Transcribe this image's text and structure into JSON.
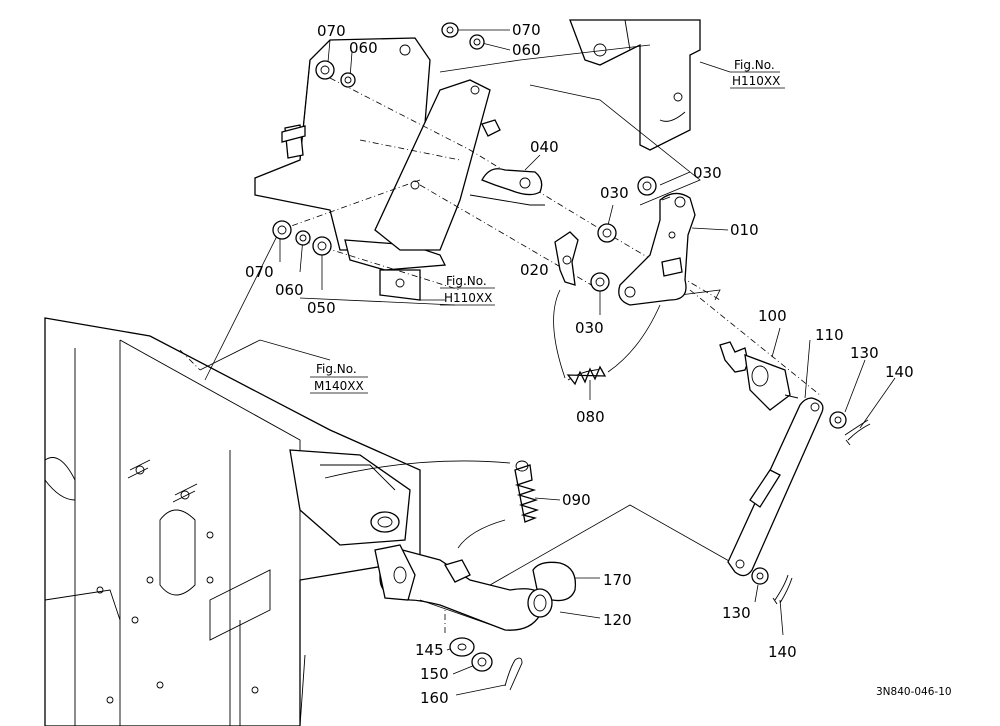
{
  "callouts": {
    "p070a": "070",
    "p060a": "060",
    "p070b": "070",
    "p060b": "060",
    "p040": "040",
    "p030a": "030",
    "p030b": "030",
    "p010": "010",
    "p020": "020",
    "p030c": "030",
    "p070c": "070",
    "p060c": "060",
    "p050": "050",
    "p080": "080",
    "p100": "100",
    "p110": "110",
    "p130a": "130",
    "p140a": "140",
    "p090": "090",
    "p170": "170",
    "p120": "120",
    "p130b": "130",
    "p140b": "140",
    "p145": "145",
    "p150": "150",
    "p160": "160"
  },
  "fig_refs": {
    "top_right_label": "Fig.No.",
    "top_right_code": "H110XX",
    "mid_label": "Fig.No.",
    "mid_code": "H110XX",
    "left_label": "Fig.No.",
    "left_code": "M140XX"
  },
  "diagram_code": "3N840-046-10"
}
